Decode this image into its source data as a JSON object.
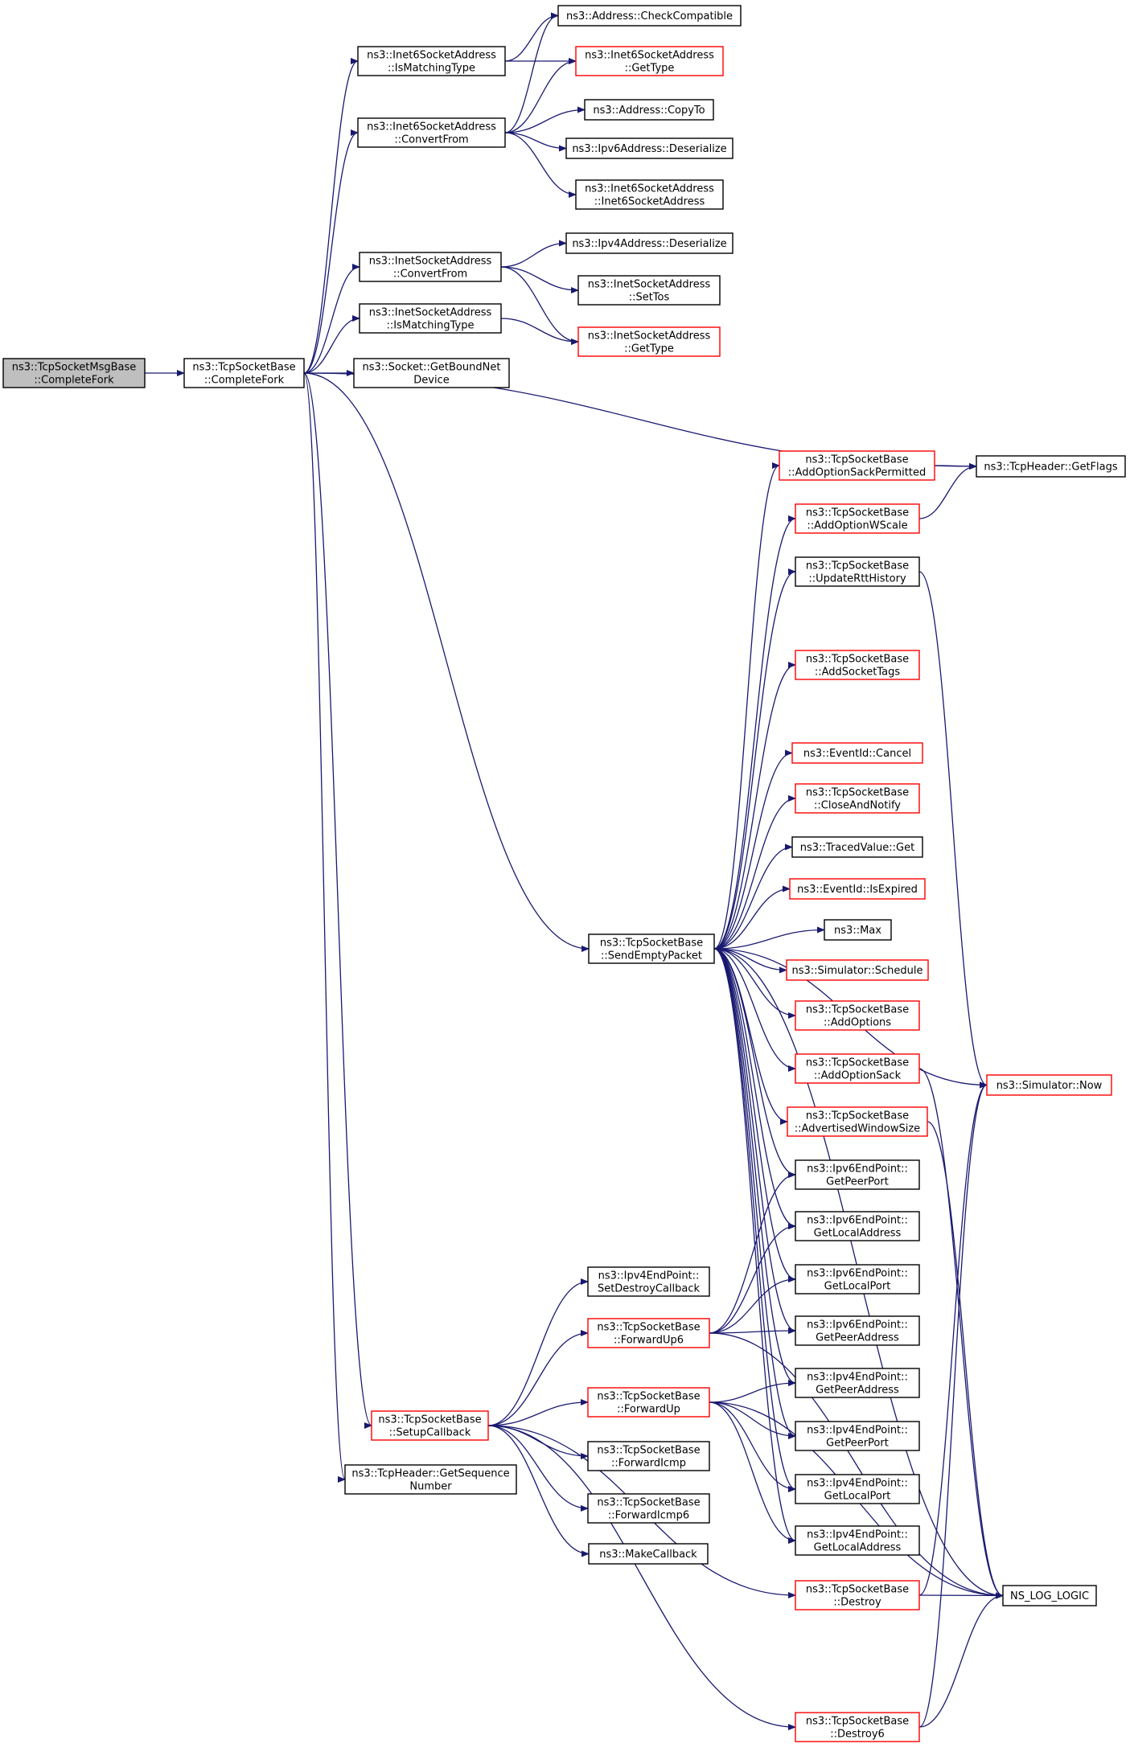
{
  "colors": {
    "edge": "#191970",
    "border_default": "#000000",
    "border_incomplete": "#ff0000",
    "root_fill": "#bfbfbf"
  },
  "nodes": {
    "root": {
      "lines": [
        "ns3::TcpSocketMsgBase",
        "::CompleteFork"
      ],
      "style": "root"
    },
    "completeFork": {
      "lines": [
        "ns3::TcpSocketBase",
        "::CompleteFork"
      ],
      "style": "normal"
    },
    "inet6IsMatching": {
      "lines": [
        "ns3::Inet6SocketAddress",
        "::IsMatchingType"
      ],
      "style": "normal"
    },
    "inet6ConvertFrom": {
      "lines": [
        "ns3::Inet6SocketAddress",
        "::ConvertFrom"
      ],
      "style": "normal"
    },
    "inetConvertFrom": {
      "lines": [
        "ns3::InetSocketAddress",
        "::ConvertFrom"
      ],
      "style": "normal"
    },
    "inetIsMatching": {
      "lines": [
        "ns3::InetSocketAddress",
        "::IsMatchingType"
      ],
      "style": "normal"
    },
    "socketGetBound": {
      "lines": [
        "ns3::Socket::GetBoundNet",
        "Device"
      ],
      "style": "normal"
    },
    "checkCompatible": {
      "lines": [
        "ns3::Address::CheckCompatible"
      ],
      "style": "normal"
    },
    "inet6GetType": {
      "lines": [
        "ns3::Inet6SocketAddress",
        "::GetType"
      ],
      "style": "red"
    },
    "addressCopyTo": {
      "lines": [
        "ns3::Address::CopyTo"
      ],
      "style": "normal"
    },
    "ipv6Deserialize": {
      "lines": [
        "ns3::Ipv6Address::Deserialize"
      ],
      "style": "normal"
    },
    "inet6Ctor": {
      "lines": [
        "ns3::Inet6SocketAddress",
        "::Inet6SocketAddress"
      ],
      "style": "normal"
    },
    "ipv4Deserialize": {
      "lines": [
        "ns3::Ipv4Address::Deserialize"
      ],
      "style": "normal"
    },
    "inetSetTos": {
      "lines": [
        "ns3::InetSocketAddress",
        "::SetTos"
      ],
      "style": "normal"
    },
    "inetGetType": {
      "lines": [
        "ns3::InetSocketAddress",
        "::GetType"
      ],
      "style": "red"
    },
    "sendEmpty": {
      "lines": [
        "ns3::TcpSocketBase",
        "::SendEmptyPacket"
      ],
      "style": "normal"
    },
    "setupCallback": {
      "lines": [
        "ns3::TcpSocketBase",
        "::SetupCallback"
      ],
      "style": "red"
    },
    "getSequence": {
      "lines": [
        "ns3::TcpHeader::GetSequence",
        "Number"
      ],
      "style": "normal"
    },
    "getFlags": {
      "lines": [
        "ns3::TcpHeader::GetFlags"
      ],
      "style": "normal"
    },
    "addSackPerm": {
      "lines": [
        "ns3::TcpSocketBase",
        "::AddOptionSackPermitted"
      ],
      "style": "red"
    },
    "addWScale": {
      "lines": [
        "ns3::TcpSocketBase",
        "::AddOptionWScale"
      ],
      "style": "red"
    },
    "updateRtt": {
      "lines": [
        "ns3::TcpSocketBase",
        "::UpdateRttHistory"
      ],
      "style": "normal"
    },
    "addSocketTags": {
      "lines": [
        "ns3::TcpSocketBase",
        "::AddSocketTags"
      ],
      "style": "red"
    },
    "eventCancel": {
      "lines": [
        "ns3::EventId::Cancel"
      ],
      "style": "red"
    },
    "closeNotify": {
      "lines": [
        "ns3::TcpSocketBase",
        "::CloseAndNotify"
      ],
      "style": "red"
    },
    "tracedGet": {
      "lines": [
        "ns3::TracedValue::Get"
      ],
      "style": "normal"
    },
    "isExpired": {
      "lines": [
        "ns3::EventId::IsExpired"
      ],
      "style": "red"
    },
    "max": {
      "lines": [
        "ns3::Max"
      ],
      "style": "normal"
    },
    "schedule": {
      "lines": [
        "ns3::Simulator::Schedule"
      ],
      "style": "red"
    },
    "addOptions": {
      "lines": [
        "ns3::TcpSocketBase",
        "::AddOptions"
      ],
      "style": "red"
    },
    "addOptionSack": {
      "lines": [
        "ns3::TcpSocketBase",
        "::AddOptionSack"
      ],
      "style": "red"
    },
    "advWindow": {
      "lines": [
        "ns3::TcpSocketBase",
        "::AdvertisedWindowSize"
      ],
      "style": "red"
    },
    "simNow": {
      "lines": [
        "ns3::Simulator::Now"
      ],
      "style": "red"
    },
    "ipv6PeerPort": {
      "lines": [
        "ns3::Ipv6EndPoint::",
        "GetPeerPort"
      ],
      "style": "normal"
    },
    "ipv6LocalAddr": {
      "lines": [
        "ns3::Ipv6EndPoint::",
        "GetLocalAddress"
      ],
      "style": "normal"
    },
    "ipv6LocalPort": {
      "lines": [
        "ns3::Ipv6EndPoint::",
        "GetLocalPort"
      ],
      "style": "normal"
    },
    "ipv6PeerAddr": {
      "lines": [
        "ns3::Ipv6EndPoint::",
        "GetPeerAddress"
      ],
      "style": "normal"
    },
    "ipv4PeerAddr": {
      "lines": [
        "ns3::Ipv4EndPoint::",
        "GetPeerAddress"
      ],
      "style": "normal"
    },
    "ipv4PeerPort": {
      "lines": [
        "ns3::Ipv4EndPoint::",
        "GetPeerPort"
      ],
      "style": "normal"
    },
    "ipv4LocalPort": {
      "lines": [
        "ns3::Ipv4EndPoint::",
        "GetLocalPort"
      ],
      "style": "normal"
    },
    "ipv4LocalAddr": {
      "lines": [
        "ns3::Ipv4EndPoint::",
        "GetLocalAddress"
      ],
      "style": "normal"
    },
    "ipv4SetDestroy": {
      "lines": [
        "ns3::Ipv4EndPoint::",
        "SetDestroyCallback"
      ],
      "style": "normal"
    },
    "forwardUp6": {
      "lines": [
        "ns3::TcpSocketBase",
        "::ForwardUp6"
      ],
      "style": "red"
    },
    "forwardUp": {
      "lines": [
        "ns3::TcpSocketBase",
        "::ForwardUp"
      ],
      "style": "red"
    },
    "forwardIcmp": {
      "lines": [
        "ns3::TcpSocketBase",
        "::ForwardIcmp"
      ],
      "style": "normal"
    },
    "forwardIcmp6": {
      "lines": [
        "ns3::TcpSocketBase",
        "::ForwardIcmp6"
      ],
      "style": "normal"
    },
    "makeCallback": {
      "lines": [
        "ns3::MakeCallback"
      ],
      "style": "normal"
    },
    "destroy": {
      "lines": [
        "ns3::TcpSocketBase",
        "::Destroy"
      ],
      "style": "red"
    },
    "destroy6": {
      "lines": [
        "ns3::TcpSocketBase",
        "::Destroy6"
      ],
      "style": "red"
    },
    "nsLogLogic": {
      "lines": [
        "NS_LOG_LOGIC"
      ],
      "style": "normal"
    }
  }
}
